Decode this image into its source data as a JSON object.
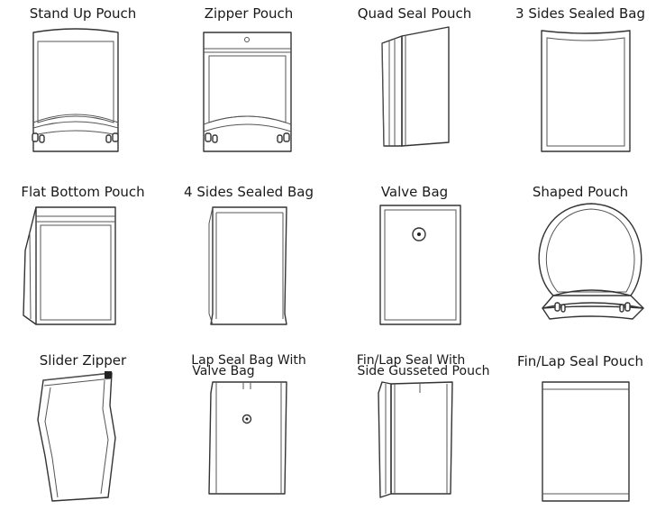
{
  "pouches": [
    {
      "id": "stand-up-pouch",
      "label": "Stand Up Pouch"
    },
    {
      "id": "zipper-pouch",
      "label": "Zipper Pouch"
    },
    {
      "id": "quad-seal-pouch",
      "label": "Quad Seal Pouch"
    },
    {
      "id": "three-sides-sealed-bag",
      "label": "3 Sides Sealed Bag"
    },
    {
      "id": "flat-bottom-pouch",
      "label": "Flat Bottom Pouch"
    },
    {
      "id": "four-sides-sealed-bag",
      "label": "4 Sides Sealed Bag"
    },
    {
      "id": "valve-bag",
      "label": "Valve Bag"
    },
    {
      "id": "shaped-pouch",
      "label": "Shaped Pouch"
    },
    {
      "id": "slider-zipper",
      "label": "Slider Zipper"
    },
    {
      "id": "lap-seal-bag-with-valve-bag",
      "label_line1": "Lap Seal Bag With",
      "label_line2": "Valve Bag"
    },
    {
      "id": "fin-lap-seal-with-side-gusseted-pouch",
      "label_line1": "Fin/Lap Seal With",
      "label_line2": "Side Gusseted Pouch"
    },
    {
      "id": "fin-lap-seal-pouch",
      "label": "Fin/Lap Seal Pouch"
    }
  ]
}
